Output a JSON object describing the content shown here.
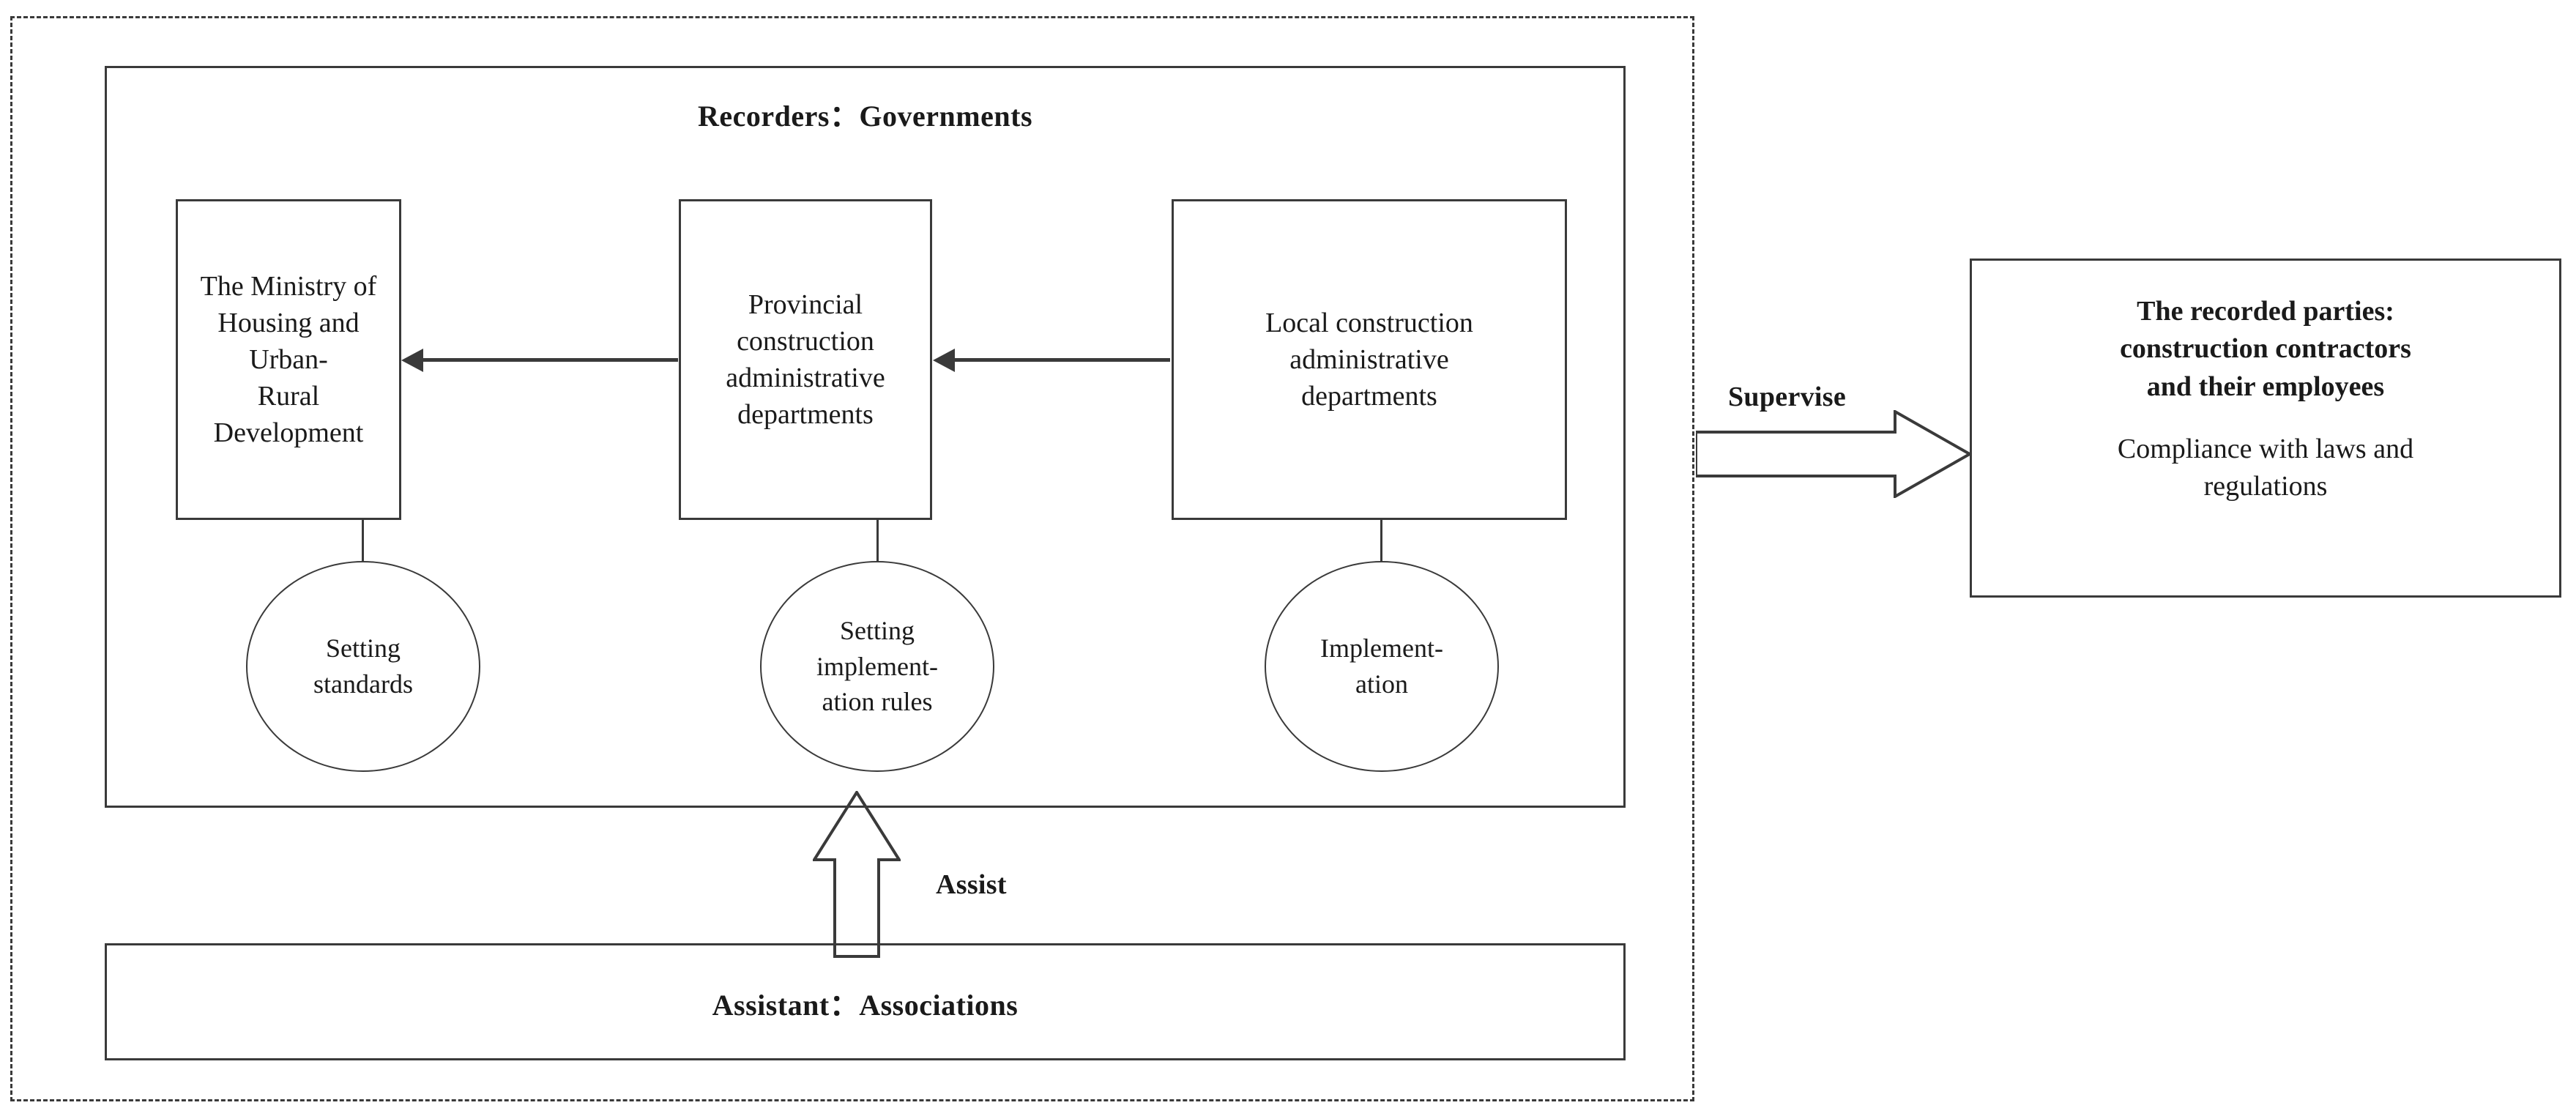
{
  "diagram": {
    "title": "Recorders：Governments",
    "assistant_label": "Assistant：Associations",
    "supervise_label": "Supervise",
    "assist_label": "Assist",
    "gov_boxes": [
      {
        "id": "ministry",
        "lines": [
          "The Ministry of",
          "Housing and Urban-",
          "Rural Development"
        ]
      },
      {
        "id": "provincial",
        "lines": [
          "Provincial",
          "construction",
          "administrative",
          "departments"
        ]
      },
      {
        "id": "local",
        "lines": [
          "Local construction",
          "administrative",
          "departments"
        ]
      }
    ],
    "function_circles": [
      {
        "id": "setting-standards",
        "lines": [
          "Setting",
          "standards"
        ]
      },
      {
        "id": "setting-implementation-rules",
        "lines": [
          "Setting",
          "implement-",
          "ation rules"
        ]
      },
      {
        "id": "implementation",
        "lines": [
          "Implement-",
          "ation"
        ]
      }
    ],
    "recorded_parties": {
      "heading_lines": [
        "The recorded parties:",
        "construction contractors",
        "and their employees"
      ],
      "body_lines": [
        "Compliance with laws and",
        "regulations"
      ]
    },
    "colors": {
      "line": "#3a3a3a",
      "text": "#1a1a1a",
      "background": "#ffffff"
    }
  }
}
